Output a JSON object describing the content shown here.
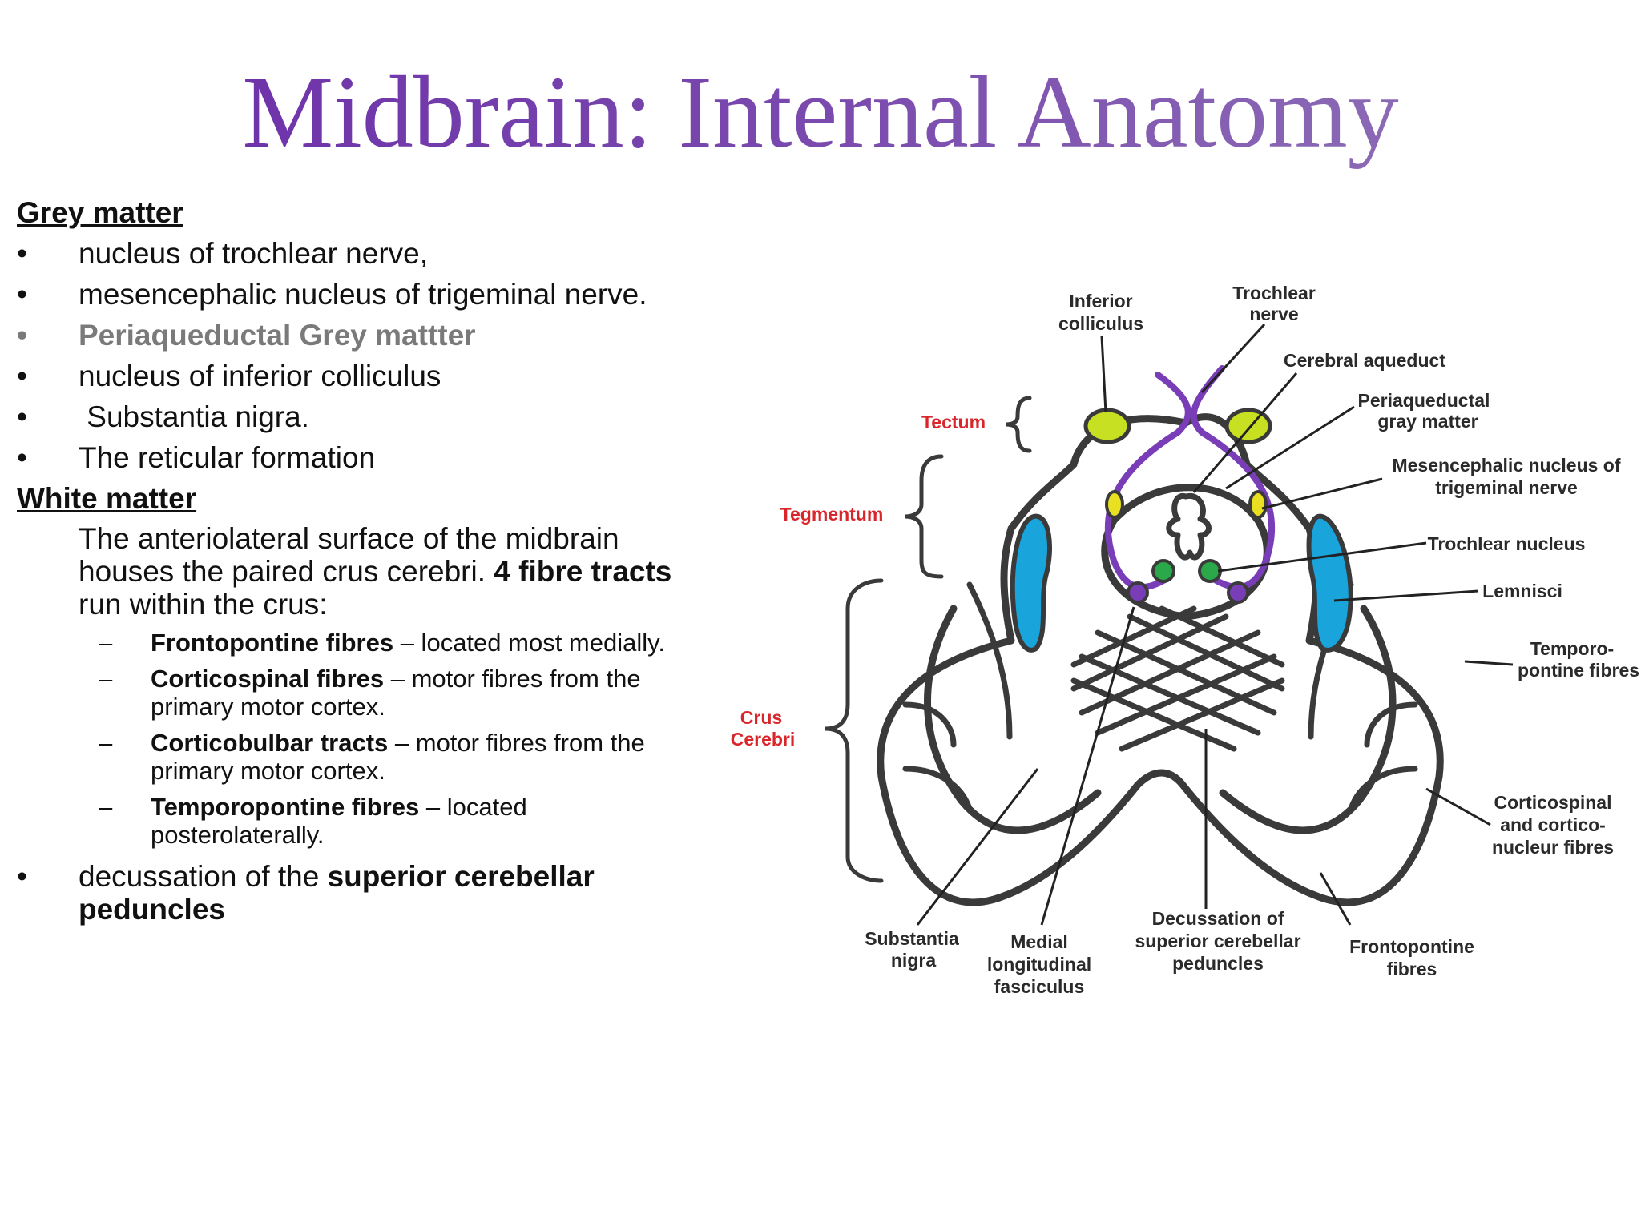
{
  "title": {
    "part1": "Midbrain: ",
    "part2": "Internal Anatomy"
  },
  "grey_matter": {
    "heading": "Grey matter",
    "bullet_glyph": "•",
    "items": [
      "nucleus of trochlear nerve,",
      "mesencephalic nucleus of trigeminal nerve.",
      "Periaqueductal Grey mattter",
      "nucleus of inferior colliculus",
      " Substantia nigra.",
      "The reticular formation"
    ]
  },
  "white_matter": {
    "heading": "White matter",
    "para_a": "The anteriolateral surface of the midbrain houses the paired crus cerebri. ",
    "para_bold": "4 fibre tracts",
    "para_b": " run within the crus:",
    "dash_glyph": "–",
    "tracts": [
      {
        "name": "Frontopontine fibres",
        "desc": " – located most medially."
      },
      {
        "name": "Corticospinal fibres",
        "desc": " – motor fibres from the primary motor cortex."
      },
      {
        "name": "Corticobulbar tracts",
        "desc": " – motor fibres from the primary motor cortex."
      },
      {
        "name": "Temporopontine fibres",
        "desc": " – located posterolaterally."
      }
    ],
    "last_bullet_a": "decussation of the ",
    "last_bullet_bold": "superior cerebellar peduncles"
  },
  "diagram": {
    "colors": {
      "outline": "#3a3a3a",
      "purple": "#7a3db8",
      "yellow_green": "#c8e022",
      "yellow": "#e8e020",
      "green": "#2aa84a",
      "blue": "#1aa4dc",
      "red_label": "#d9262b"
    },
    "labels": {
      "inferior_colliculus": [
        "Inferior",
        "colliculus"
      ],
      "trochlear_nerve": [
        "Trochlear",
        "nerve"
      ],
      "cerebral_aqueduct": [
        "Cerebral aqueduct"
      ],
      "periaqueductal": [
        "Periaqueductal",
        "gray matter"
      ],
      "mesencephalic": [
        "Mesencephalic nucleus of",
        "trigeminal nerve"
      ],
      "trochlear_nucleus": [
        "Trochlear nucleus"
      ],
      "lemnisci": [
        "Lemnisci"
      ],
      "temporopontine": [
        "Temporo-",
        "pontine fibres"
      ],
      "corticospinal": [
        "Corticospinal",
        "and cortico-",
        "nucleur fibres"
      ],
      "frontopontine": [
        "Frontopontine",
        "fibres"
      ],
      "decussation": [
        "Decussation of",
        "superior cerebellar",
        "peduncles"
      ],
      "mlf": [
        "Medial",
        "longitudinal",
        "fasciculus"
      ],
      "substantia_nigra": [
        "Substantia",
        "nigra"
      ],
      "tectum": [
        "Tectum"
      ],
      "tegmentum": [
        "Tegmentum"
      ],
      "crus_cerebri": [
        "Crus",
        "Cerebri"
      ]
    }
  }
}
